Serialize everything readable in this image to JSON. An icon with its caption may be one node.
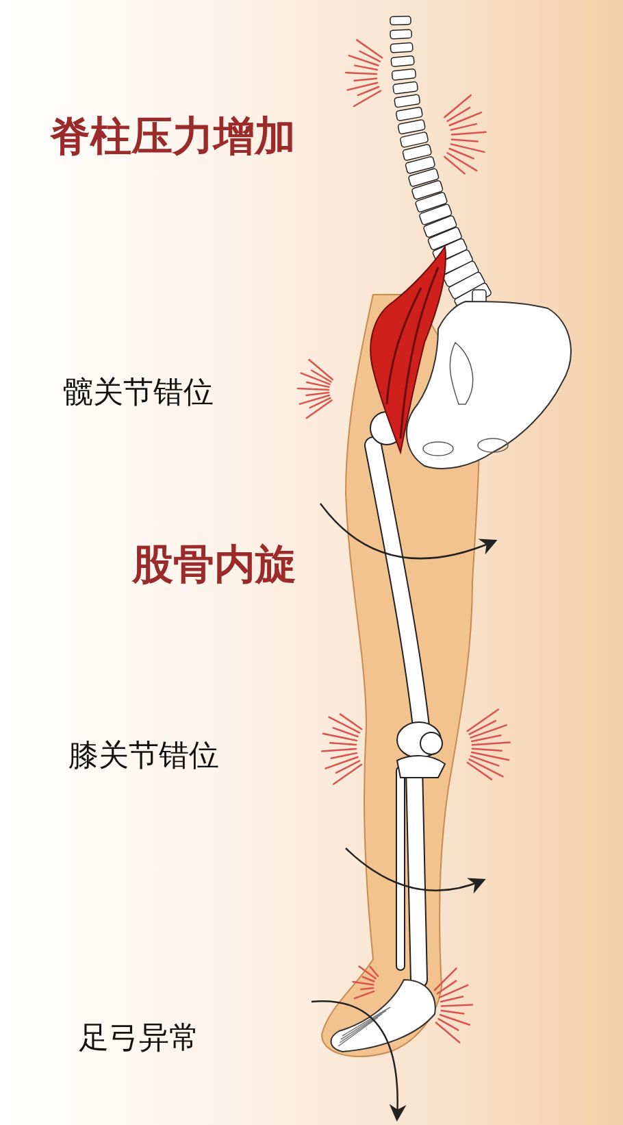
{
  "diagram": {
    "labels": [
      "脊柱压力增加",
      "髋关节错位",
      "股骨内旋",
      "膝关节错位",
      "足弓异常"
    ]
  }
}
